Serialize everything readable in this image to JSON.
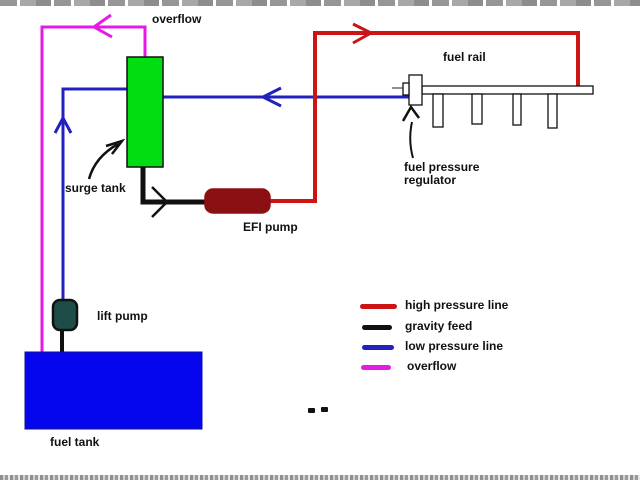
{
  "labels": {
    "overflow_top": "overflow",
    "fuel_rail": "fuel rail",
    "fuel_pressure_regulator_line1": "fuel pressure",
    "fuel_pressure_regulator_line2": "regulator",
    "surge_tank": "surge tank",
    "efi_pump": "EFI pump",
    "lift_pump": "lift pump",
    "fuel_tank": "fuel tank"
  },
  "colors": {
    "high_pressure_line": "#cc1414",
    "gravity_feed": "#111111",
    "low_pressure_line": "#2121be",
    "overflow_line": "#e51be5",
    "surge_tank_fill": "#00dd11",
    "efi_pump_fill": "#8b1014",
    "lift_pump_fill": "#1e4d47",
    "fuel_tank_fill": "#0505ee",
    "component_outline": "#111111",
    "rail_fill": "#ffffff",
    "regulator_stub": "#909090",
    "annotation_ink": "#111111"
  },
  "legend": {
    "items": [
      {
        "label": "high pressure line",
        "color": "#cc1414"
      },
      {
        "label": "gravity feed",
        "color": "#111111"
      },
      {
        "label": "low pressure line",
        "color": "#2121be"
      },
      {
        "label": "overflow",
        "color": "#e51be5"
      }
    ]
  }
}
